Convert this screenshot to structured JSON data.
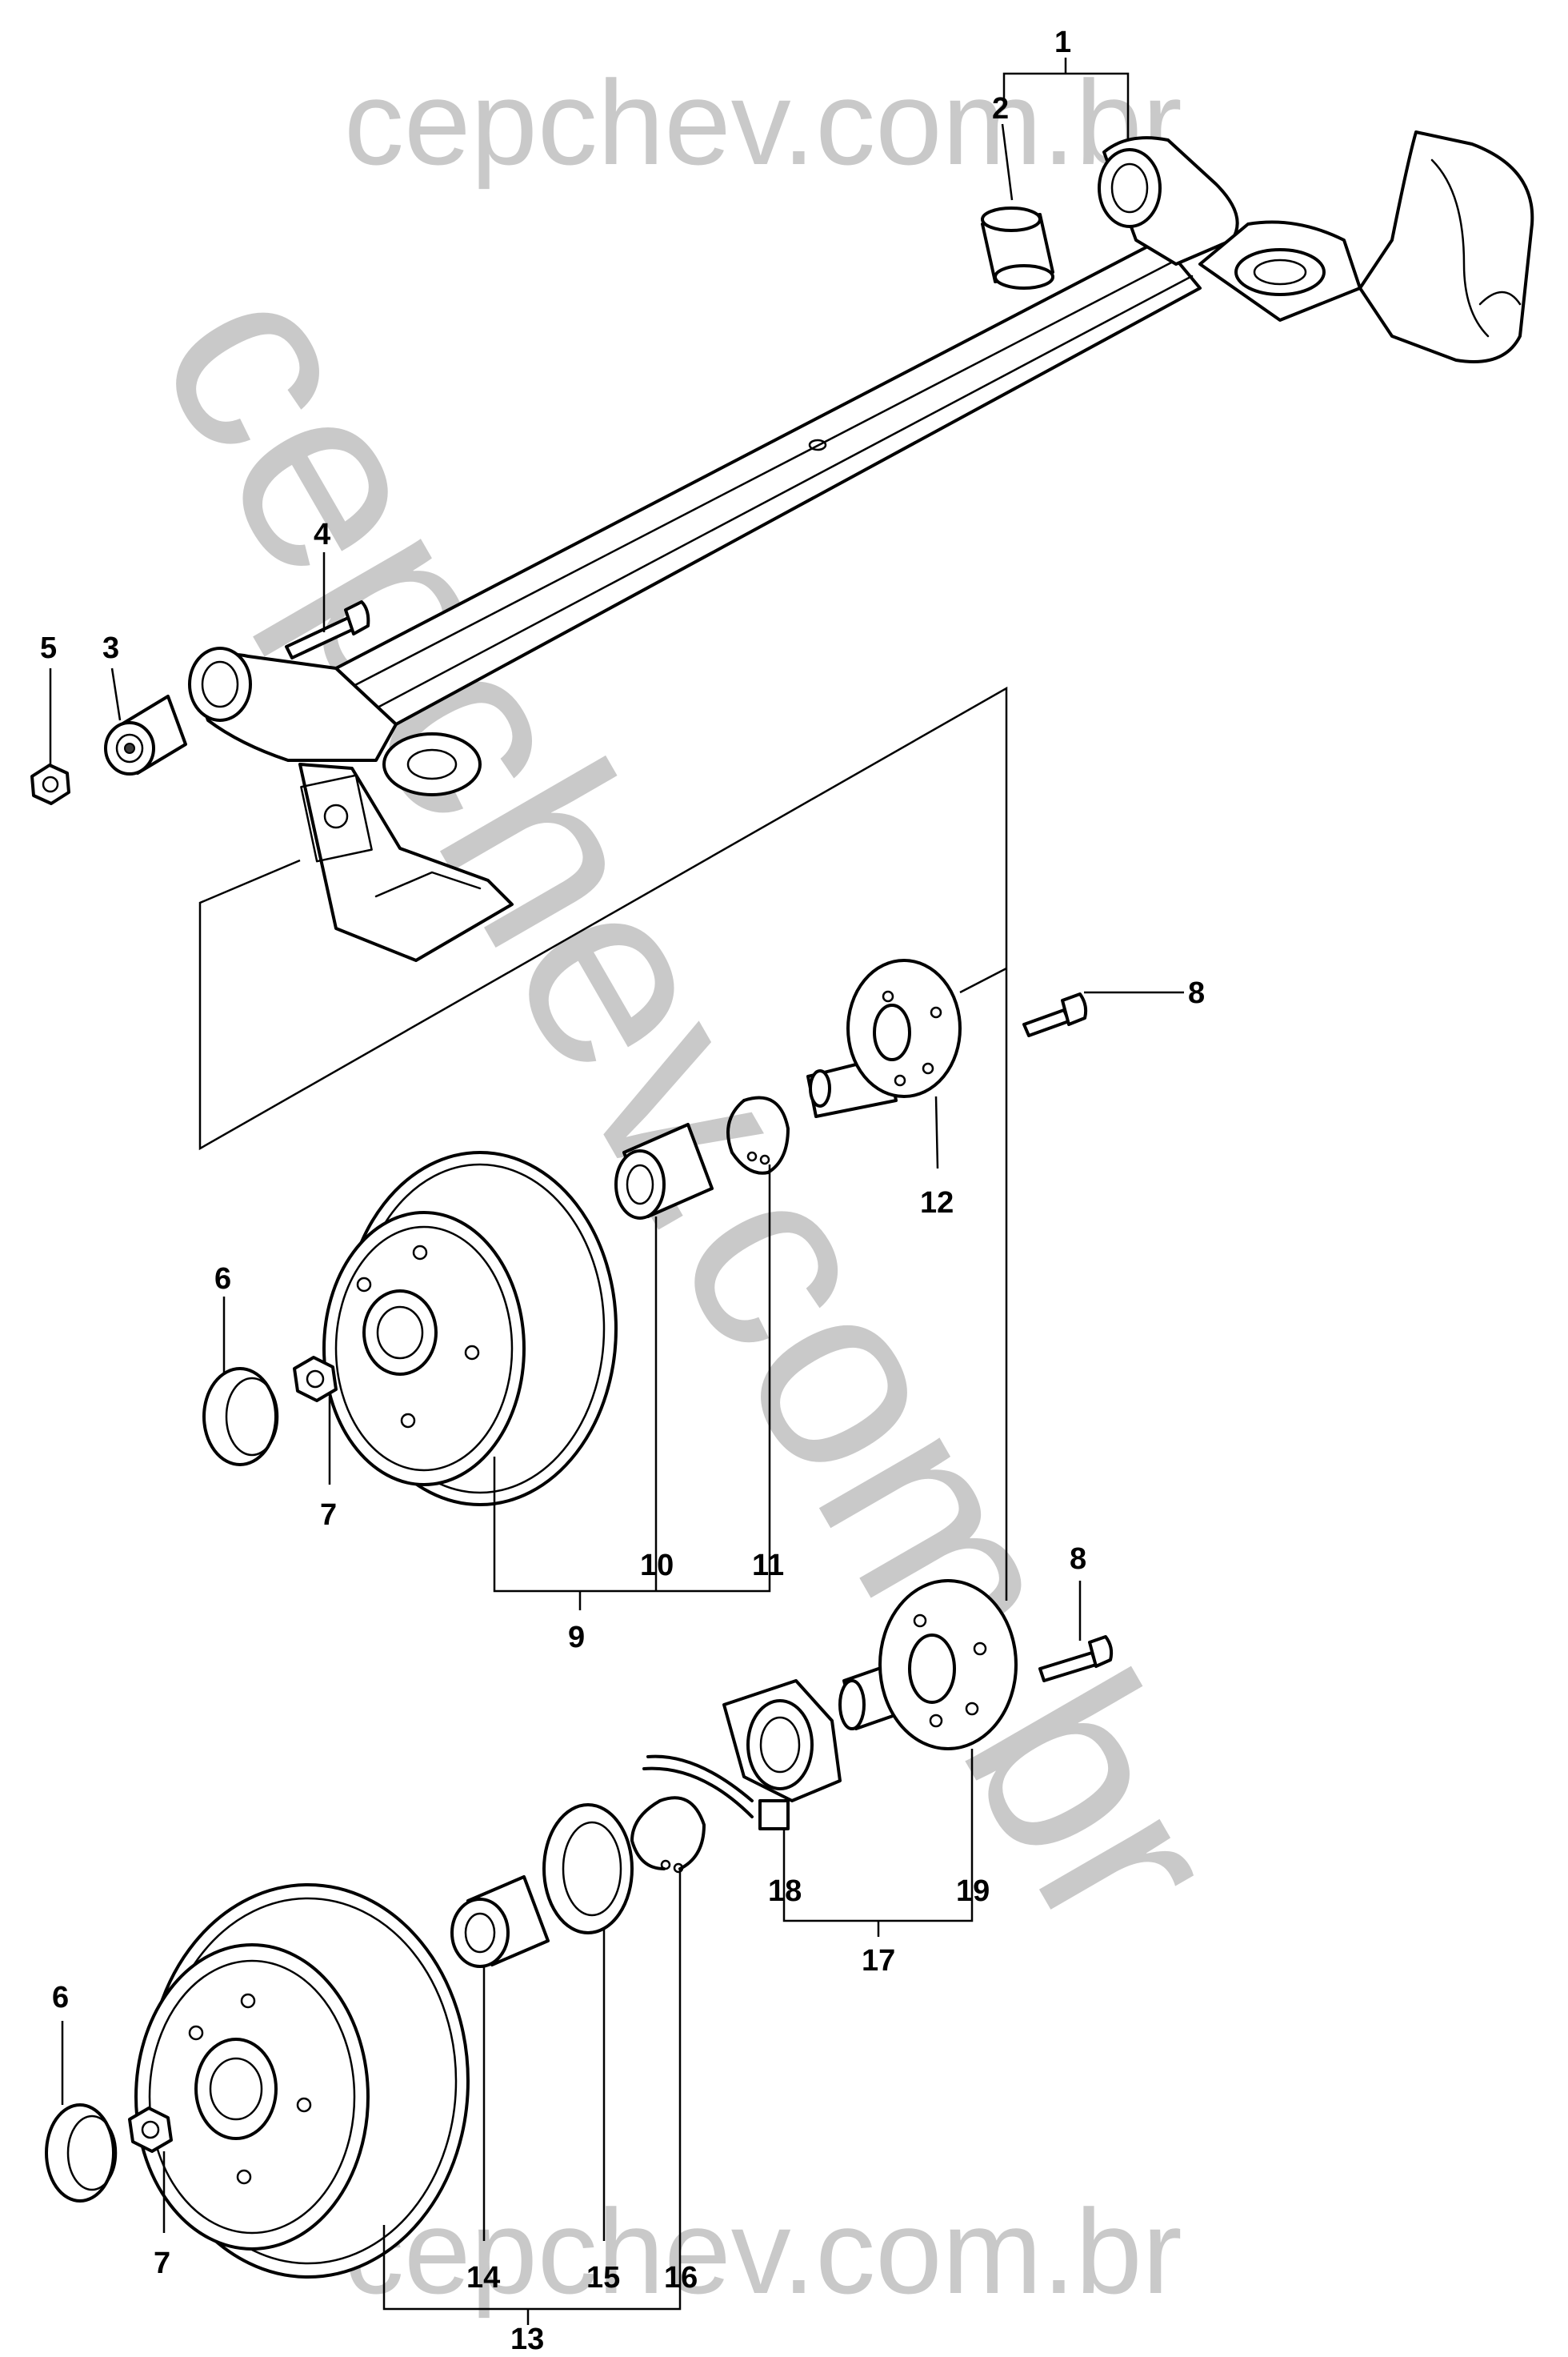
{
  "watermark": {
    "top": "cepchev.com.br",
    "diagonal": "cepchev.com.br",
    "bottom": "cepchev.com.br"
  },
  "callouts": {
    "c1": "1",
    "c2": "2",
    "c3": "3",
    "c4": "4",
    "c5": "5",
    "c6a": "6",
    "c6b": "6",
    "c7a": "7",
    "c7b": "7",
    "c8a": "8",
    "c8b": "8",
    "c9": "9",
    "c10": "10",
    "c11": "11",
    "c12": "12",
    "c13": "13",
    "c14": "14",
    "c15": "15",
    "c16": "16",
    "c17": "17",
    "c18": "18",
    "c19": "19"
  },
  "colors": {
    "line": "#000000",
    "watermark": "#c9c9c9",
    "background": "#ffffff"
  }
}
